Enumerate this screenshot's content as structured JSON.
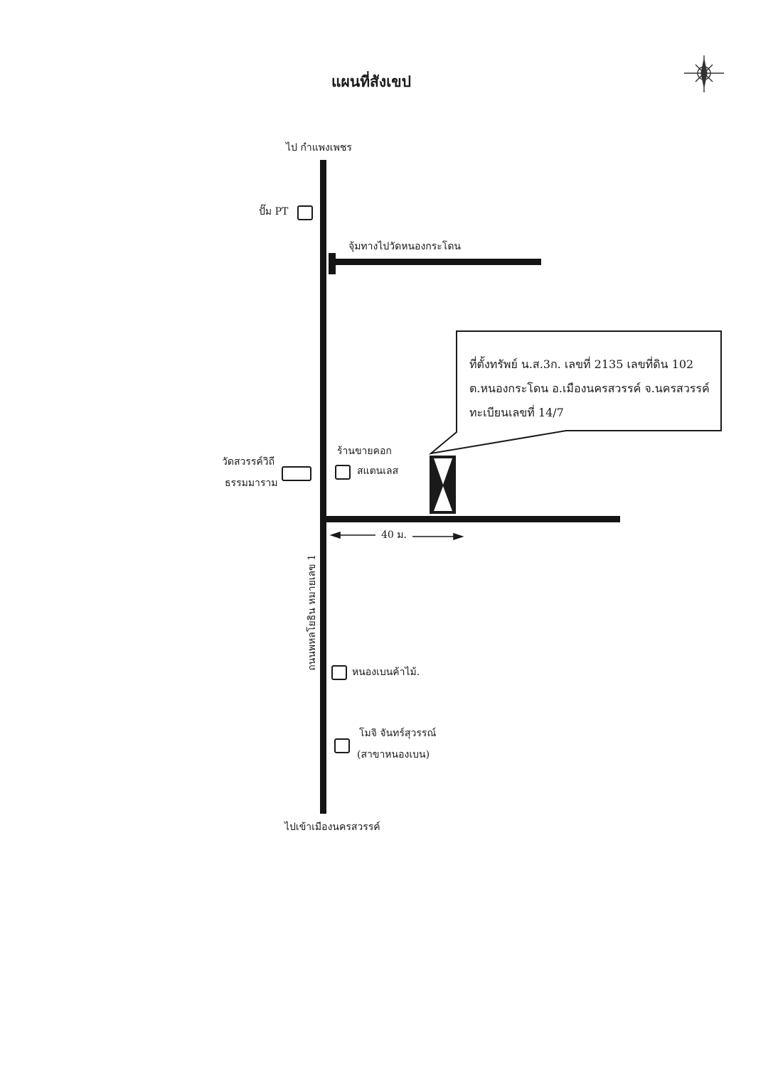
{
  "map": {
    "title": "แผนที่สังเขป",
    "compass": "compass-rose-icon",
    "labels": {
      "north_end": "ไป กำแพงเพชร",
      "south_end": "ไปเข้าเมืองนครสวรรค์",
      "gas_station": "ปั๊ม PT",
      "junction": "จุ้มทางไปวัดหนองกระโดน",
      "temple_line1": "วัดสวรรค์วิถี",
      "temple_line2": "ธรรมมาราม",
      "shop_line1": "ร้านขายคอก",
      "shop_line2": "สแตนเลส",
      "distance": "40 ม.",
      "main_road": "ถนนพหลโยธิน หมายเลข 1",
      "wood_shop": "หนองเบนค้าไม้.",
      "bank_line1": "โมจิ จันทร์สุวรรณ์",
      "bank_line2": "(สาขาหนองเบน)"
    },
    "callout": {
      "line1": "ที่ตั้งทรัพย์ น.ส.3ก. เลขที่ 2135 เลขที่ดิน 102",
      "line2": "ต.หนองกระโดน อ.เมืองนครสวรรค์ จ.นครสวรรค์",
      "line3": "ทะเบียนเลขที่ 14/7"
    }
  }
}
